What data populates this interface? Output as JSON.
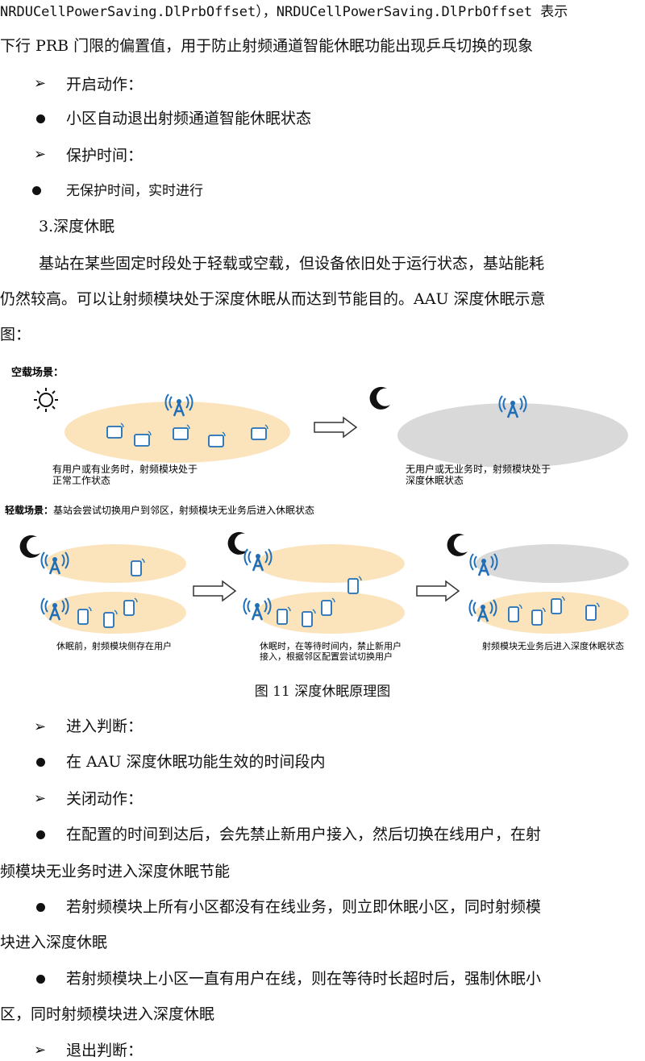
{
  "paragraphs": {
    "p1": "NRDUCellPowerSaving.DlPrbOffset），NRDUCellPowerSaving.DlPrbOffset 表示",
    "p2": "下行 PRB 门限的偏置值，用于防止射频通道智能休眠功能出现乒乓切换的现象",
    "h_open": "开启动作：",
    "b_open": "小区自动退出射频通道智能休眠状态",
    "h_protect": "保护时间：",
    "b_protect": "无保护时间，实时进行",
    "section3": "3.深度休眠",
    "p3a": "基站在某些固定时段处于轻载或空载，但设备依旧处于运行状态，基站能耗",
    "p3b": "仍然较高。可以让射频模块处于深度休眠从而达到节能目的。AAU 深度休眠示意",
    "p3c": "图：",
    "h_enter": "进入判断：",
    "b_enter": "在 AAU 深度休眠功能生效的时间段内",
    "h_close": "关闭动作：",
    "b_close1a": "在配置的时间到达后，会先禁止新用户接入，然后切换在线用户，在射",
    "b_close1b": "频模块无业务时进入深度休眠节能",
    "b_close2a": "若射频模块上所有小区都没有在线业务，则立即休眠小区，同时射频模",
    "b_close2b": "块进入深度休眠",
    "b_close3a": "若射频模块上小区一直有用户在线，则在等待时长超时后，强制休眠小",
    "b_close3b": "区，同时射频模块进入深度休眠",
    "h_exit": "退出判断："
  },
  "figure": {
    "empty_title": "空载场景：",
    "empty_left_caption_1": "有用户或有业务时，射频模块处于",
    "empty_left_caption_2": "正常工作状态",
    "empty_right_caption_1": "无用户或无业务时，射频模块处于",
    "empty_right_caption_2": "深度休眠状态",
    "light_title_bold": "轻载场景：",
    "light_title_rest": "基站会尝试切换用户到邻区，射频模块无业务后进入休眠状态",
    "light_cap_1": "休眠前，射频模块侧存在用户",
    "light_cap_2a": "休眠时，在等待时间内，禁止新用户",
    "light_cap_2b": "接入，根据邻区配置尝试切换用户",
    "light_cap_3": "射频模块无业务后进入深度休眠状态",
    "caption": "图 11  深度休眠原理图",
    "colors": {
      "active_cell": "#fbe3bb",
      "sleep_cell": "#d9d9d9",
      "antenna": "#1f6fb8",
      "device": "#1f6fb8"
    }
  }
}
